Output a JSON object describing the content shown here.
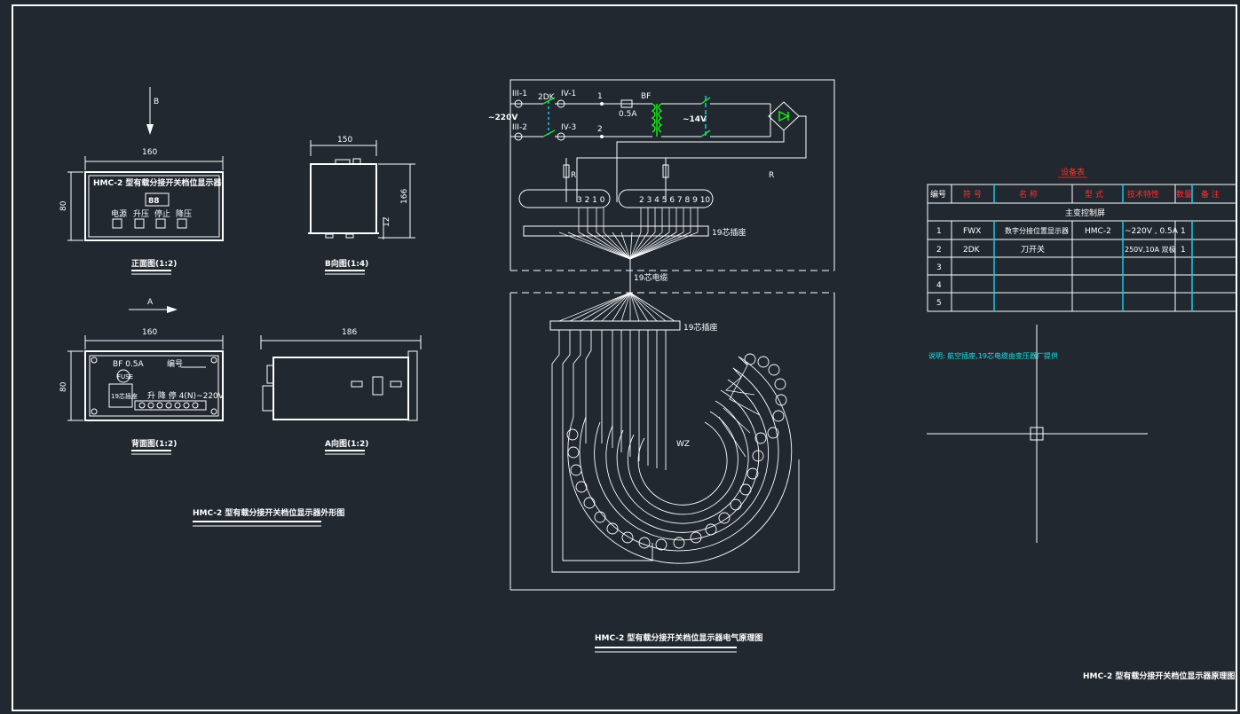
{
  "outline": {
    "b_arrow": "B",
    "a_arrow": "A",
    "front": {
      "width_dim": "160",
      "height_dim": "80",
      "panel_title": "HMC-2 型有载分接开关档位显示器",
      "digits": "88",
      "buttons": [
        "电源",
        "升压",
        "停止",
        "降压"
      ],
      "caption": "正面图(1:2)"
    },
    "b_view": {
      "width_dim": "150",
      "height_dim": "166",
      "small_dim": "12",
      "caption": "B向图(1:4)"
    },
    "back": {
      "width_dim": "160",
      "height_dim": "80",
      "fuse_label": "BF 0.5A",
      "fuse_text": "FUSE",
      "code_label": "编号",
      "socket_label": "19芯插座",
      "terminal_label": "升 降 停 4(N)~220V",
      "caption": "背面图(1:2)"
    },
    "a_view": {
      "width_dim": "186",
      "caption": "A向图(1:2)"
    },
    "title": "HMC-2 型有载分接开关档位显示器外形图"
  },
  "schematic": {
    "labels": {
      "iii1": "III-1",
      "iv1": "IV-1",
      "iii2": "III-2",
      "iv3": "IV-3",
      "v220": "~220V",
      "k2dk": "2DK",
      "node1": "1",
      "node2": "2",
      "bf": "BF",
      "fuse_rating": "0.5A",
      "v14": "~14V",
      "r_left": "R",
      "r_right": "R",
      "terminals_left": "3 2 1 0",
      "terminals_right": "2 3 4 5 6 7 8 9 10",
      "plug_top": "19芯插座",
      "cable": "19芯电缆",
      "plug_bottom": "19芯插座",
      "wz": "WZ"
    },
    "title": "HMC-2 型有载分接开关档位显示器电气原理图"
  },
  "equipment_table": {
    "title": "设备表",
    "headers": [
      "编号",
      "符 号",
      "名 称",
      "型 式",
      "技术特性",
      "数量",
      "备 注"
    ],
    "section": "主变控制屏",
    "rows": [
      [
        "1",
        "FWX",
        "数字分接位置显示器",
        "HMC-2",
        "~220V , 0.5A",
        "1",
        ""
      ],
      [
        "2",
        "2DK",
        "刀开关",
        "",
        "250V,10A 双极",
        "1",
        ""
      ],
      [
        "3",
        "",
        "",
        "",
        "",
        "",
        ""
      ],
      [
        "4",
        "",
        "",
        "",
        "",
        "",
        ""
      ],
      [
        "5",
        "",
        "",
        "",
        "",
        "",
        ""
      ]
    ],
    "note": "说明: 航空插座,19芯电缆由变压器厂提供"
  },
  "drawing_title": "HMC-2 型有载分接开关档位显示器原理图",
  "colors": {
    "background": "#212830",
    "lines": "#ffffff",
    "switch": "#19e619",
    "dashed": "#19c8e6",
    "table_title": "#ff3030"
  }
}
